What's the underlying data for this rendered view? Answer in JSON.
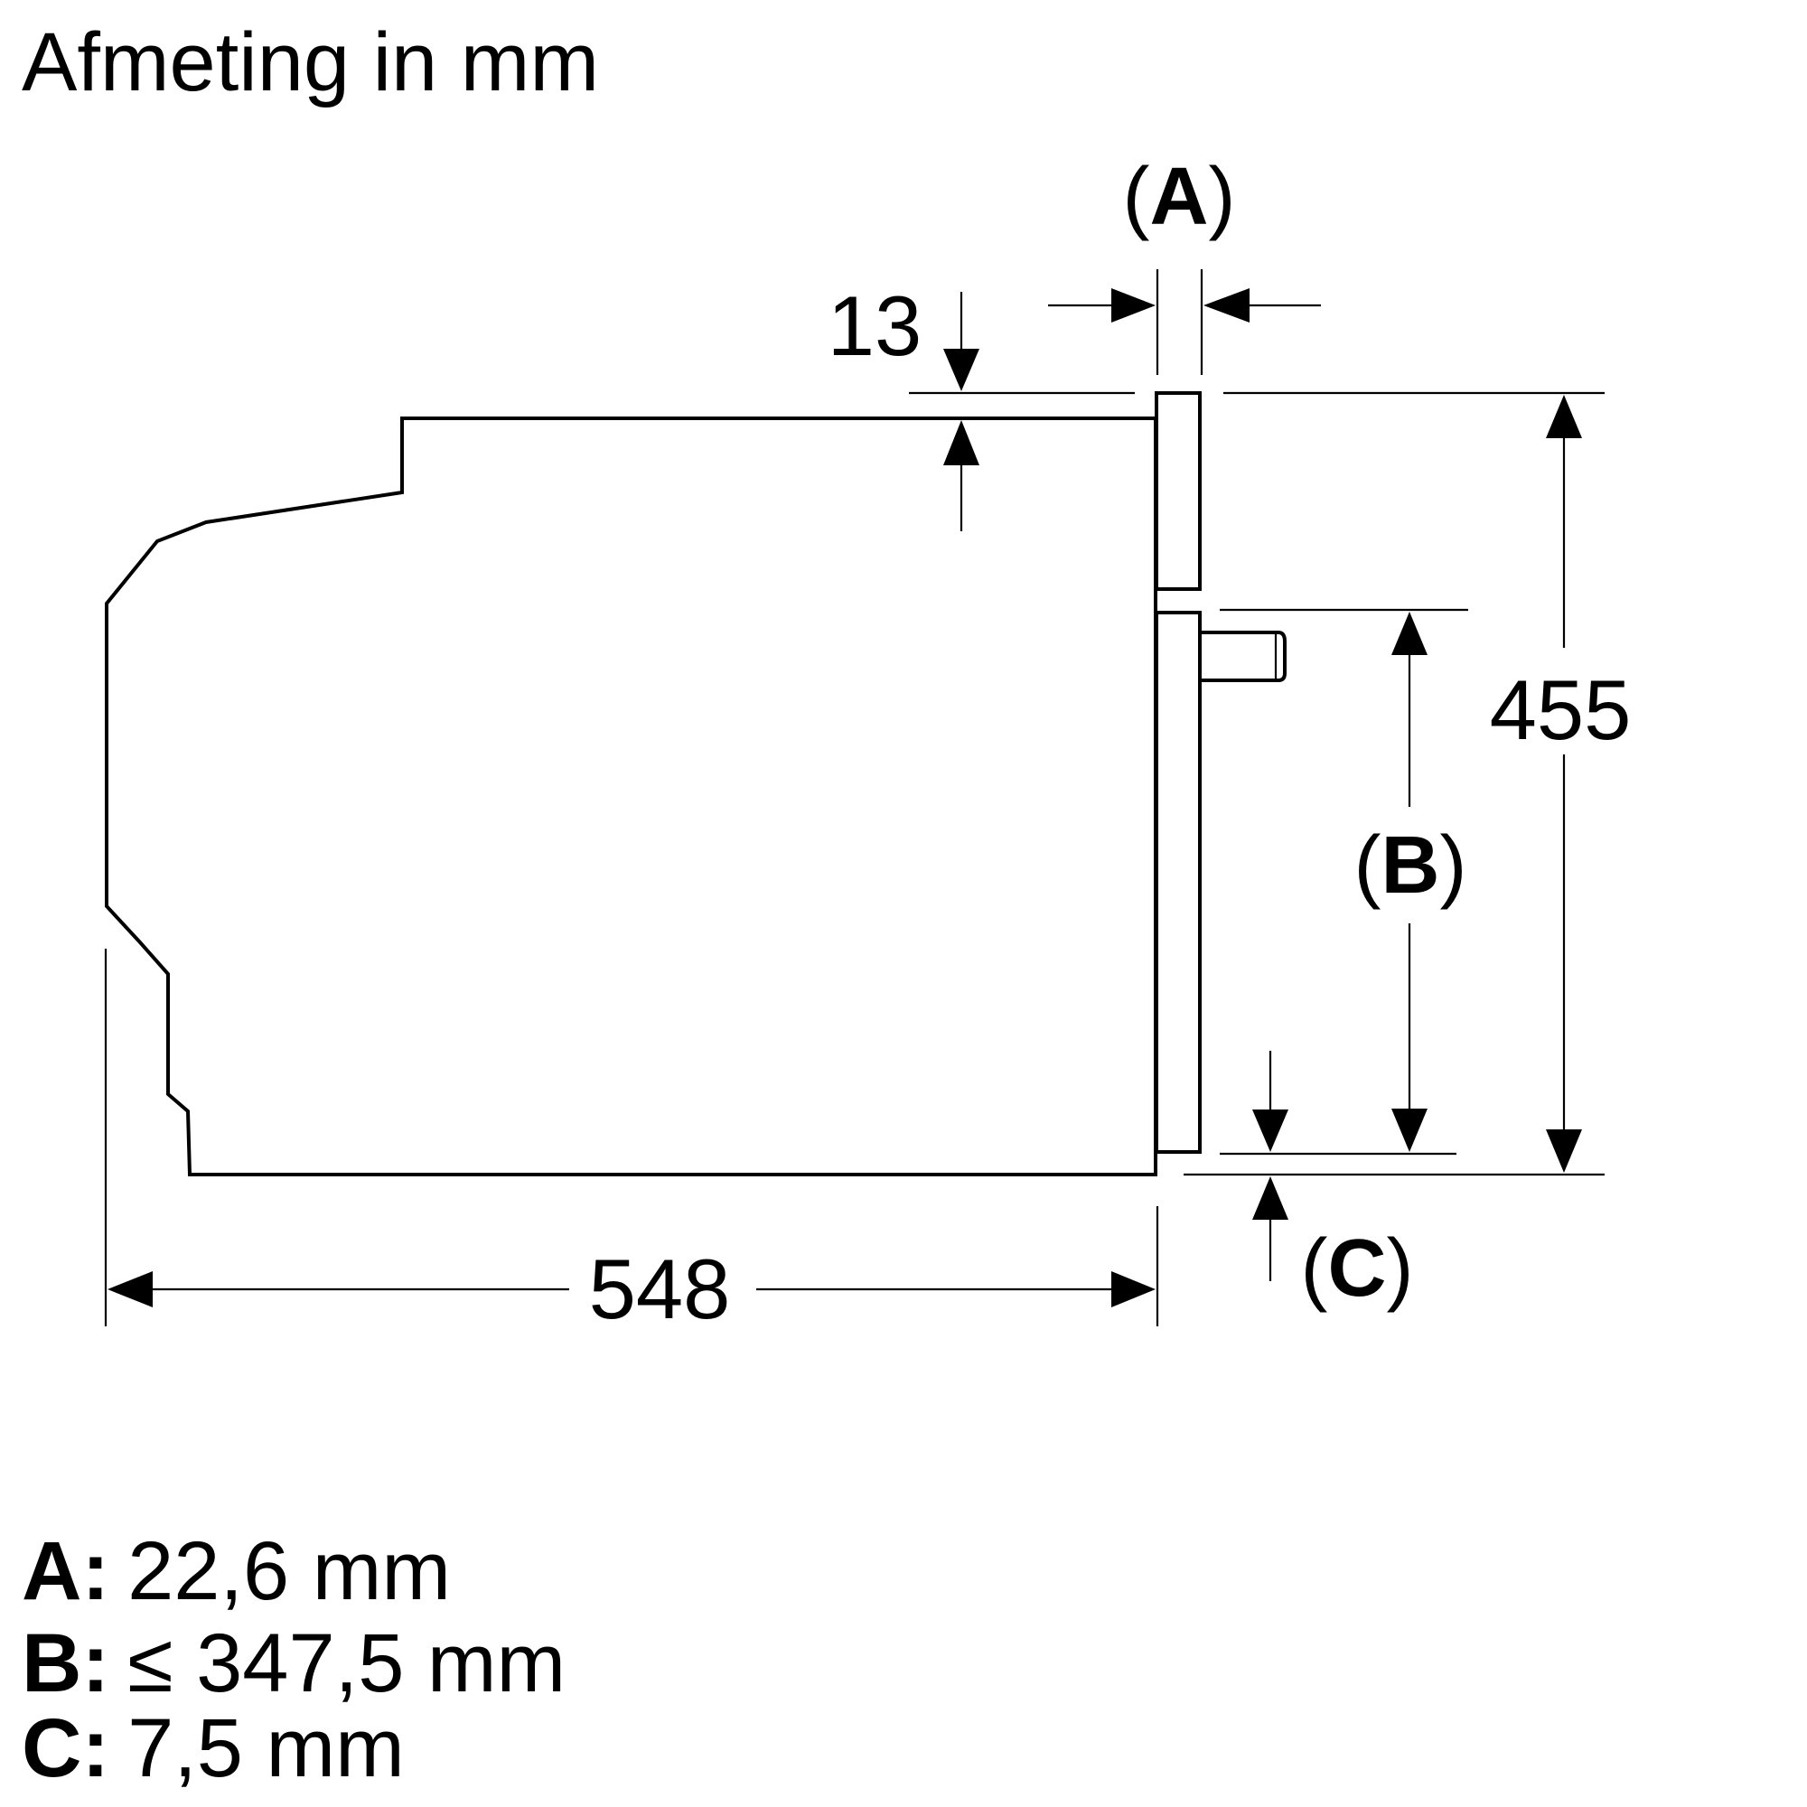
{
  "title": "Afmeting in mm",
  "dimensions": {
    "top_offset": "13",
    "height": "455",
    "depth": "548"
  },
  "callouts": {
    "a": {
      "open": "(",
      "letter": "A",
      "close": ")"
    },
    "b": {
      "open": "(",
      "letter": "B",
      "close": ")"
    },
    "c": {
      "open": "(",
      "letter": "C",
      "close": ")"
    }
  },
  "legend": [
    {
      "key": "A:",
      "value": "22,6 mm"
    },
    {
      "key": "B:",
      "value": "≤ 347,5 mm"
    },
    {
      "key": "C:",
      "value": "7,5 mm"
    }
  ]
}
